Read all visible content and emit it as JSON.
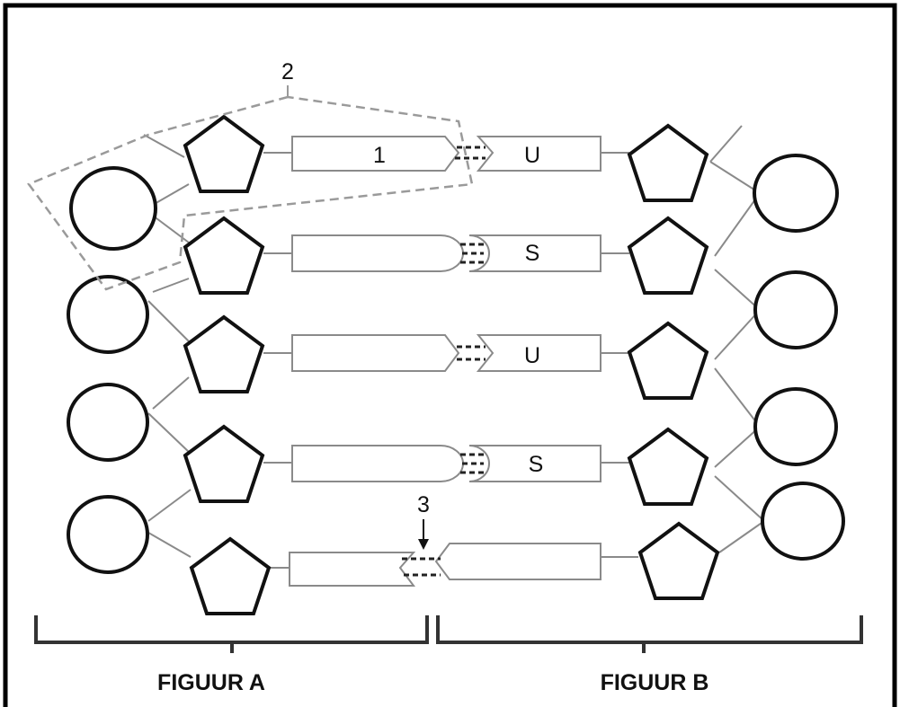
{
  "labels": {
    "one": "1",
    "two": "2",
    "three": "3"
  },
  "bases_right": [
    "U",
    "S",
    "U",
    "S",
    ""
  ],
  "captions": {
    "left": "FIGUUR A",
    "right": "FIGUUR B"
  },
  "colors": {
    "ink": "#111111",
    "thin_line": "#8a8a8a",
    "dashed": "#9a9a9a",
    "border": "#000000"
  }
}
